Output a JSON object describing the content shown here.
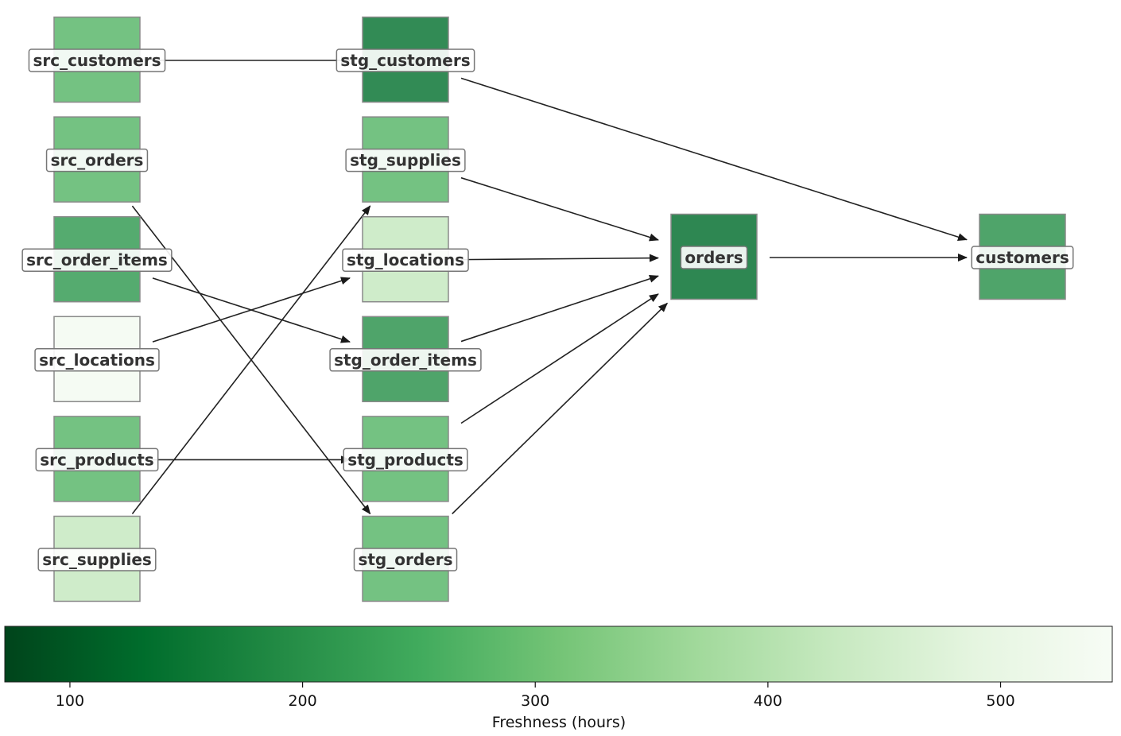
{
  "colorbar": {
    "label": "Freshness (hours)",
    "min": 72,
    "max": 548,
    "ticks": [
      "100",
      "200",
      "300",
      "400",
      "500"
    ],
    "tick_values": [
      100,
      200,
      300,
      400,
      500
    ],
    "colormap": "Greens_r"
  },
  "colors": {
    "scale": [
      "#00441b",
      "#006d2c",
      "#238b45",
      "#41ab5d",
      "#74c476",
      "#a1d99b",
      "#c7e9c0",
      "#e5f5e0",
      "#f7fcf5"
    ],
    "edge": "#222222",
    "node_border": "#8a8a8a",
    "label_text": "#333333"
  },
  "nodes": [
    {
      "id": "src_customers",
      "label": "src_customers",
      "column": 0,
      "row": 0,
      "freshness": 275
    },
    {
      "id": "src_orders",
      "label": "src_orders",
      "column": 0,
      "row": 1,
      "freshness": 275
    },
    {
      "id": "src_order_items",
      "label": "src_order_items",
      "column": 0,
      "row": 2,
      "freshness": 215
    },
    {
      "id": "src_locations",
      "label": "src_locations",
      "column": 0,
      "row": 3,
      "freshness": 535
    },
    {
      "id": "src_products",
      "label": "src_products",
      "column": 0,
      "row": 4,
      "freshness": 275
    },
    {
      "id": "src_supplies",
      "label": "src_supplies",
      "column": 0,
      "row": 5,
      "freshness": 425
    },
    {
      "id": "stg_customers",
      "label": "stg_customers",
      "column": 1,
      "row": 0,
      "freshness": 140
    },
    {
      "id": "stg_supplies",
      "label": "stg_supplies",
      "column": 1,
      "row": 1,
      "freshness": 275
    },
    {
      "id": "stg_locations",
      "label": "stg_locations",
      "column": 1,
      "row": 2,
      "freshness": 425
    },
    {
      "id": "stg_order_items",
      "label": "stg_order_items",
      "column": 1,
      "row": 3,
      "freshness": 200
    },
    {
      "id": "stg_products",
      "label": "stg_products",
      "column": 1,
      "row": 4,
      "freshness": 275
    },
    {
      "id": "stg_orders",
      "label": "stg_orders",
      "column": 1,
      "row": 5,
      "freshness": 275
    },
    {
      "id": "orders",
      "label": "orders",
      "column": 2,
      "row": 2,
      "freshness": 130
    },
    {
      "id": "customers",
      "label": "customers",
      "column": 3,
      "row": 2,
      "freshness": 200
    }
  ],
  "edges": [
    {
      "from": "src_customers",
      "to": "stg_customers"
    },
    {
      "from": "src_orders",
      "to": "stg_orders"
    },
    {
      "from": "src_order_items",
      "to": "stg_order_items"
    },
    {
      "from": "src_locations",
      "to": "stg_locations"
    },
    {
      "from": "src_products",
      "to": "stg_products"
    },
    {
      "from": "src_supplies",
      "to": "stg_supplies"
    },
    {
      "from": "stg_customers",
      "to": "customers"
    },
    {
      "from": "stg_supplies",
      "to": "orders"
    },
    {
      "from": "stg_locations",
      "to": "orders"
    },
    {
      "from": "stg_order_items",
      "to": "orders"
    },
    {
      "from": "stg_products",
      "to": "orders"
    },
    {
      "from": "stg_orders",
      "to": "orders"
    },
    {
      "from": "orders",
      "to": "customers"
    }
  ]
}
